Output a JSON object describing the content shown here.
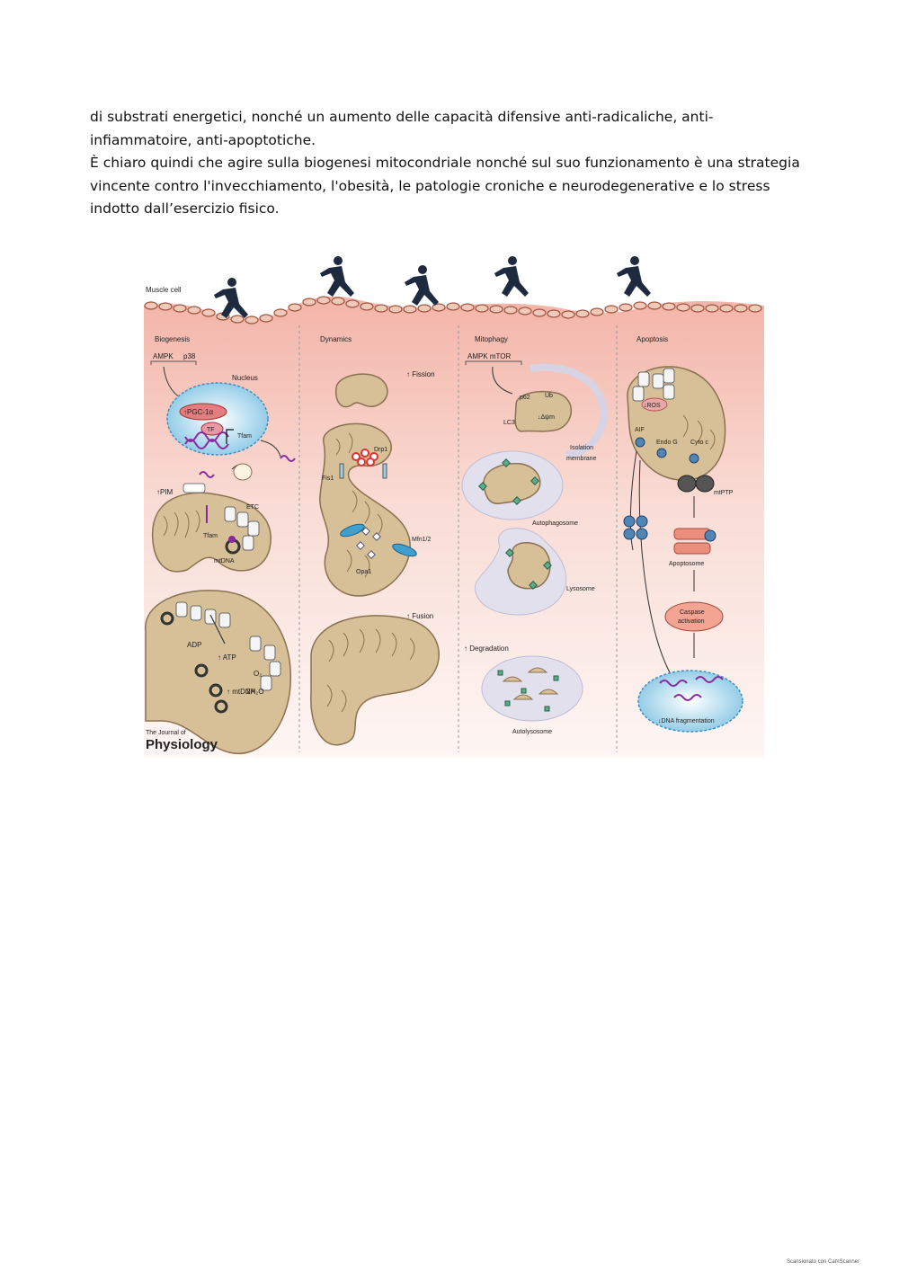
{
  "text": {
    "p1": "di substrati energetici, nonché un aumento delle capacità difensive anti-radicaliche, anti-infiammatoire, anti-apoptotiche.",
    "p2": "È chiaro quindi che agire sulla biogenesi mitocondriale nonché sul suo funzionamento è una strategia vincente contro l'invecchiamento, l'obesità, le patologie croniche e neurodegenerative e lo stress indotto dall’esercizio fisico."
  },
  "figure": {
    "muscle_cell": "Muscle cell",
    "panels": {
      "biogenesis": {
        "title": "Biogenesis",
        "ampk": "AMPK",
        "p38": "p38",
        "nucleus": "Nucleus",
        "pgc": "↑PGC-1α",
        "tf": "TF",
        "tfam_nuc": "Tfam",
        "pim": "↑PIM",
        "etc": "ETC",
        "tfam": "Tfam",
        "mtdna": "mtDNA",
        "adp": "ADP",
        "atp": "↑ ATP",
        "mtdna2": "↑ mtDNA",
        "o2": "O₂",
        "h2o": "2H₂O"
      },
      "dynamics": {
        "title": "Dynamics",
        "fission": "↑ Fission",
        "drp1": "Drp1",
        "fis1": "Fis1",
        "mfn": "Mfn1/2",
        "opa1": "Opa1",
        "fusion": "↑ Fusion"
      },
      "mitophagy": {
        "title": "Mitophagy",
        "ampk_mtor": "AMPK mTOR",
        "p62": "p62",
        "ub": "Ub",
        "lc3": "LC3",
        "dpsi": "↓Δψm",
        "isolation": "Isolation",
        "membrane": "membrane",
        "autophagosome": "Autophagosome",
        "lysosome": "Lysosome",
        "degradation": "↑ Degradation",
        "autolysosome": "Autolysosome"
      },
      "apoptosis": {
        "title": "Apoptosis",
        "ros": "↓ROS",
        "aif": "AIF",
        "endog": "Endo G",
        "cytoc": "Cyto c",
        "mtptp": "mtPTP",
        "apoptosome": "Apoptosome",
        "caspase1": "Caspase",
        "caspase2": "activation",
        "dnafrag": "↓DNA fragmentation"
      }
    },
    "journal_small": "The Journal of",
    "journal_big": "Physiology"
  },
  "footer": "Scansionato con CamScanner",
  "colors": {
    "background_top": "#f3b9ae",
    "background_bottom": "#fdf3f1",
    "mito": "#d7c098",
    "membrane_outline": "#8a7150"
  }
}
